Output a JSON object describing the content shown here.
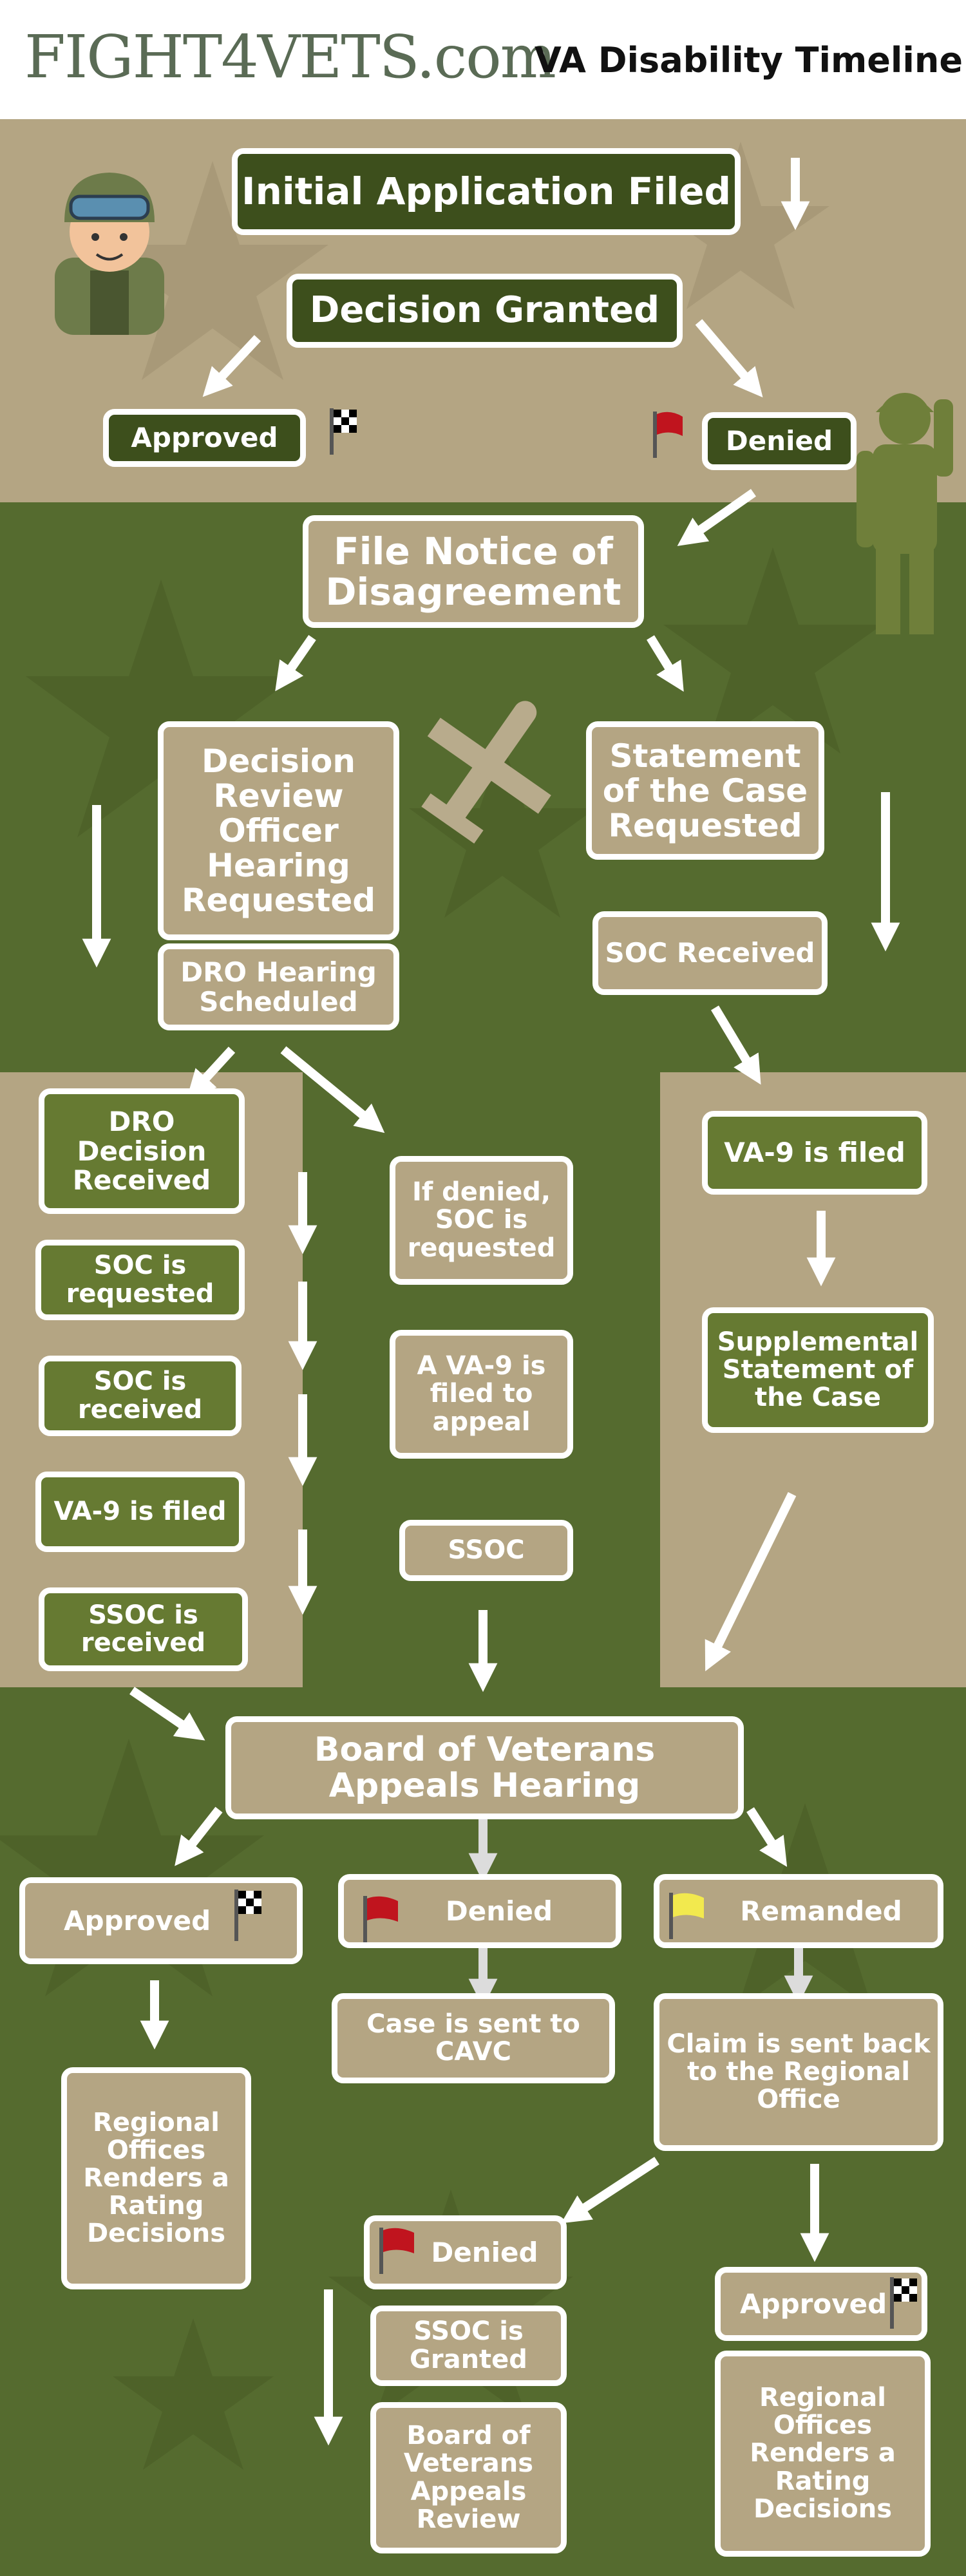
{
  "header": {
    "logo_text": "FIGHT4VETS.com",
    "title": "VA Disability Timeline"
  },
  "colors": {
    "dark_green": "#3d4f1c",
    "olive": "#667a32",
    "tan": "#b4a583",
    "header_bg": "#ffffff",
    "text": "#ffffff"
  },
  "flow": {
    "initial_application": "Initial Application Filed",
    "decision_granted": "Decision Granted",
    "approved_1": "Approved",
    "denied_1": "Denied",
    "notice_disagreement": "File Notice of Disagreement",
    "dro_hearing_requested": "Decision Review Officer Hearing Requested",
    "dro_hearing_scheduled": "DRO Hearing Scheduled",
    "soc_requested_main": "Statement of the Case Requested",
    "soc_received_main": "SOC Received",
    "dro_decision_received": "DRO Decision Received",
    "left_soc_requested": "SOC is requested",
    "left_soc_received": "SOC is received",
    "left_va9_filed": "VA-9 is filed",
    "left_ssoc_received": "SSOC is received",
    "mid_if_denied": "If denied, SOC is requested",
    "mid_va9_appeal": "A VA-9 is filed to appeal",
    "mid_ssoc": "SSOC",
    "right_va9_filed": "VA-9 is filed",
    "right_supplemental": "Supplemental Statement of the Case",
    "bva_hearing": "Board of Veterans Appeals Hearing",
    "bva_approved": "Approved",
    "bva_denied": "Denied",
    "bva_remanded": "Remanded",
    "case_to_cavc": "Case is sent to CAVC",
    "claim_sent_back": "Claim is sent back to the Regional Office",
    "regional_office_left": "Regional Offices Renders a Rating Decisions",
    "remand_denied": "Denied",
    "ssoc_granted": "SSOC is Granted",
    "bva_review": "Board of Veterans Appeals Review",
    "remand_approved": "Approved",
    "regional_office_right": "Regional Offices Renders a Rating Decisions"
  }
}
